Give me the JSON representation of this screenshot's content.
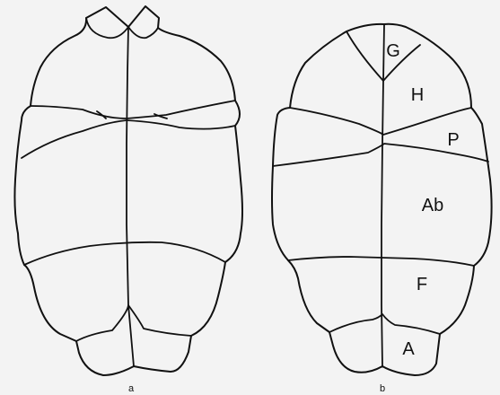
{
  "figure": {
    "panel_a": {
      "caption": "a"
    },
    "panel_b": {
      "caption": "b",
      "labels": {
        "gular": "G",
        "humeral": "H",
        "pectoral": "P",
        "abdominal": "Ab",
        "femoral": "F",
        "anal": "A"
      }
    },
    "colors": {
      "background": "#f3f3f3",
      "line": "#111111"
    }
  }
}
